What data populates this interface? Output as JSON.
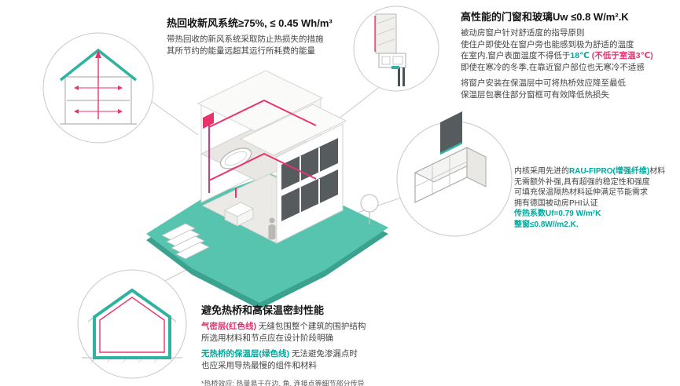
{
  "colors": {
    "teal_accent": "#00a79d",
    "teal_platform": "#56c4af",
    "magenta_accent": "#e5316f",
    "line_gray": "#c9c9c9",
    "text_dark": "#141414",
    "text_body": "#454545"
  },
  "blocks": {
    "ventilation": {
      "title": "热回收新风系统≥75%, ≤ 0.45 Wh/m³",
      "line1": "带热回收的新风系统采取防止热损失的措施",
      "line2": "其所节约的能量远超其运行所耗费的能量"
    },
    "windows": {
      "title": "高性能的门窗和玻璃Uw ≤0.8 W/m².K",
      "line1": "被动房窗户针对舒适度的指导原则",
      "line2": "使住户即使处在窗户旁也能感到极为舒适的温度",
      "line3_pre": "在室内,窗户表面温度不得低于",
      "line3_temp": "18℃",
      "line3_note": " (不低于室温3℃)",
      "line4": "即使在寒冷的冬季,在靠近窗户部位也无寒冷不适感",
      "line5": "将窗户安装在保温层中可将热桥效应降至最低",
      "line6": "保温层包裹住部分窗框可有效降低热损失"
    },
    "material": {
      "line1_pre": "内核采用先进的",
      "line1_highlight": "RAU-FIPRO(增强纤维)",
      "line1_post": "材料",
      "line2": "无需额外补强,具有超强的稳定性和强度",
      "line3": "可填充保温隔热材料延伸满足节能需求",
      "line4": "拥有德国被动房PHI认证",
      "line5": "传热系数Uf=0.79 W/m²K",
      "line6": "整窗≤0.8W//m2.K."
    },
    "thermal": {
      "title": "避免热桥和高保温密封性能",
      "line1_highlight": "气密层(红色线)",
      "line1_rest": " 无缝包围整个建筑的围护结构",
      "line2": "所选用材料和节点应在设计阶段明确",
      "line3_highlight": "无热桥的保温层(绿色线)",
      "line3_rest": " 无法避免渗漏点时",
      "line4": "也应采用导热最慢的组件和材料",
      "footnote": "*热桥效应: 热量易于在边, 角, 连接点等细节部分传导"
    }
  },
  "icons": {
    "ventilation_detail": "house-section-ventilation-diagram",
    "window_section_detail": "window-jamb-section-diagram",
    "window_profile_detail": "window-frame-profile-3d-diagram",
    "envelope_detail": "house-envelope-insulation-diagram",
    "center": "passive-house-isometric-cutaway"
  }
}
